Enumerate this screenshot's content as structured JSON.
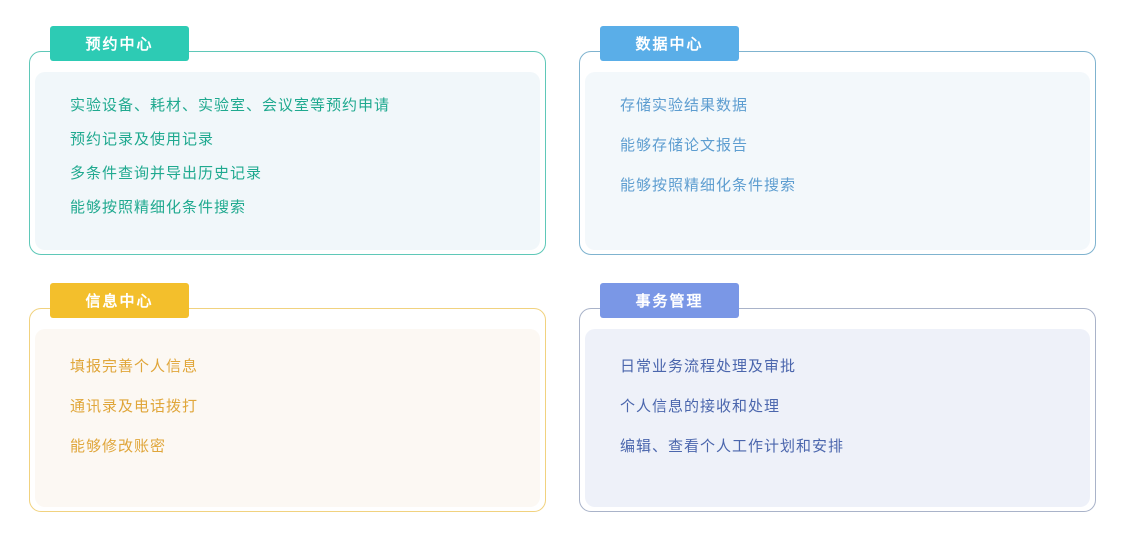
{
  "cards": [
    {
      "title": "预约中心",
      "items": [
        "实验设备、耗材、实验室、会议室等预约申请",
        "预约记录及使用记录",
        "多条件查询并导出历史记录",
        "能够按照精细化条件搜索"
      ]
    },
    {
      "title": "数据中心",
      "items": [
        "存储实验结果数据",
        "能够存储论文报告",
        "能够按照精细化条件搜索"
      ]
    },
    {
      "title": "信息中心",
      "items": [
        "填报完善个人信息",
        "通讯录及电话拨打",
        "能够修改账密"
      ]
    },
    {
      "title": "事务管理",
      "items": [
        "日常业务流程处理及审批",
        "个人信息的接收和处理",
        "编辑、查看个人工作计划和安排"
      ]
    }
  ],
  "theme": {
    "reservation": "#2dcbb4",
    "data": "#5aaee8",
    "info": "#f3bf2c",
    "affairs": "#7a97e6"
  }
}
